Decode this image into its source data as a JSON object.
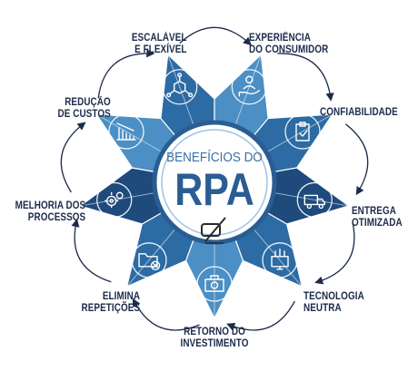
{
  "center": {
    "title_top": "BENEFÍCIOS DO",
    "title_main": "RPA"
  },
  "benefits": [
    {
      "key": "escalavel",
      "line1": "ESCALÁVEL",
      "line2": "E FLEXÍVEL",
      "icon": "cube-network-icon"
    },
    {
      "key": "experiencia",
      "line1": "EXPERIÊNCIA",
      "line2": "DO CONSUMIDOR",
      "icon": "person-hand-icon"
    },
    {
      "key": "confiabilidade",
      "line1": "CONFIABILIDADE",
      "line2": "",
      "icon": "clipboard-check-icon"
    },
    {
      "key": "entrega",
      "line1": "ENTREGA",
      "line2": "OTIMIZADA",
      "icon": "delivery-truck-icon"
    },
    {
      "key": "tecnologia",
      "line1": "TECNOLOGIA",
      "line2": "NEUTRA",
      "icon": "monitor-network-icon"
    },
    {
      "key": "retorno",
      "line1": "RETORNO DO",
      "line2": "INVESTIMENTO",
      "icon": "money-case-icon"
    },
    {
      "key": "elimina",
      "line1": "ELIMINA",
      "line2": "REPETIÇÕES",
      "icon": "folder-cross-icon"
    },
    {
      "key": "melhoria",
      "line1": "MELHORIA DOS",
      "line2": "PROCESSOS",
      "icon": "gears-icon"
    },
    {
      "key": "reducao",
      "line1": "REDUÇÃO",
      "line2": "DE CUSTOS",
      "icon": "chart-down-icon"
    }
  ],
  "colors": {
    "dark": "#1e4a7c",
    "mid": "#2c6ba3",
    "light": "#4b8fc4",
    "ring": "#2a5d93",
    "center_text": "#3a6fa8",
    "label": "#1b2b4a"
  }
}
